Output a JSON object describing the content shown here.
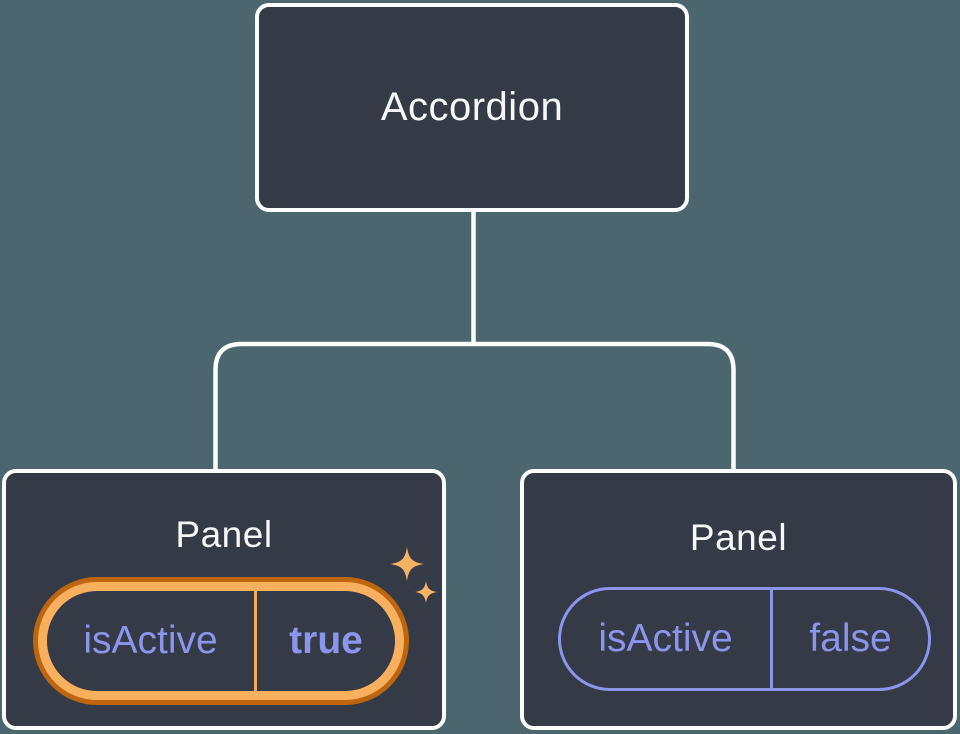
{
  "diagram": {
    "root": {
      "label": "Accordion"
    },
    "children": [
      {
        "label": "Panel",
        "prop_name": "isActive",
        "prop_value": "true",
        "highlighted": true,
        "icon": "sparkles-icon"
      },
      {
        "label": "Panel",
        "prop_name": "isActive",
        "prop_value": "false",
        "highlighted": false
      }
    ],
    "colors": {
      "canvas_background": "#4C6670",
      "node_fill": "#343A46",
      "node_border": "#FCFDFE",
      "node_text": "#F6F7F9",
      "prop_text": "#8B95EC",
      "highlight_ring_dark": "#BE660F",
      "highlight_ring_light": "#F9B05E",
      "highlight_divider": "#EFAC5C",
      "sparkle": "#F7B164",
      "connector_line": "#FCFDFE"
    }
  }
}
